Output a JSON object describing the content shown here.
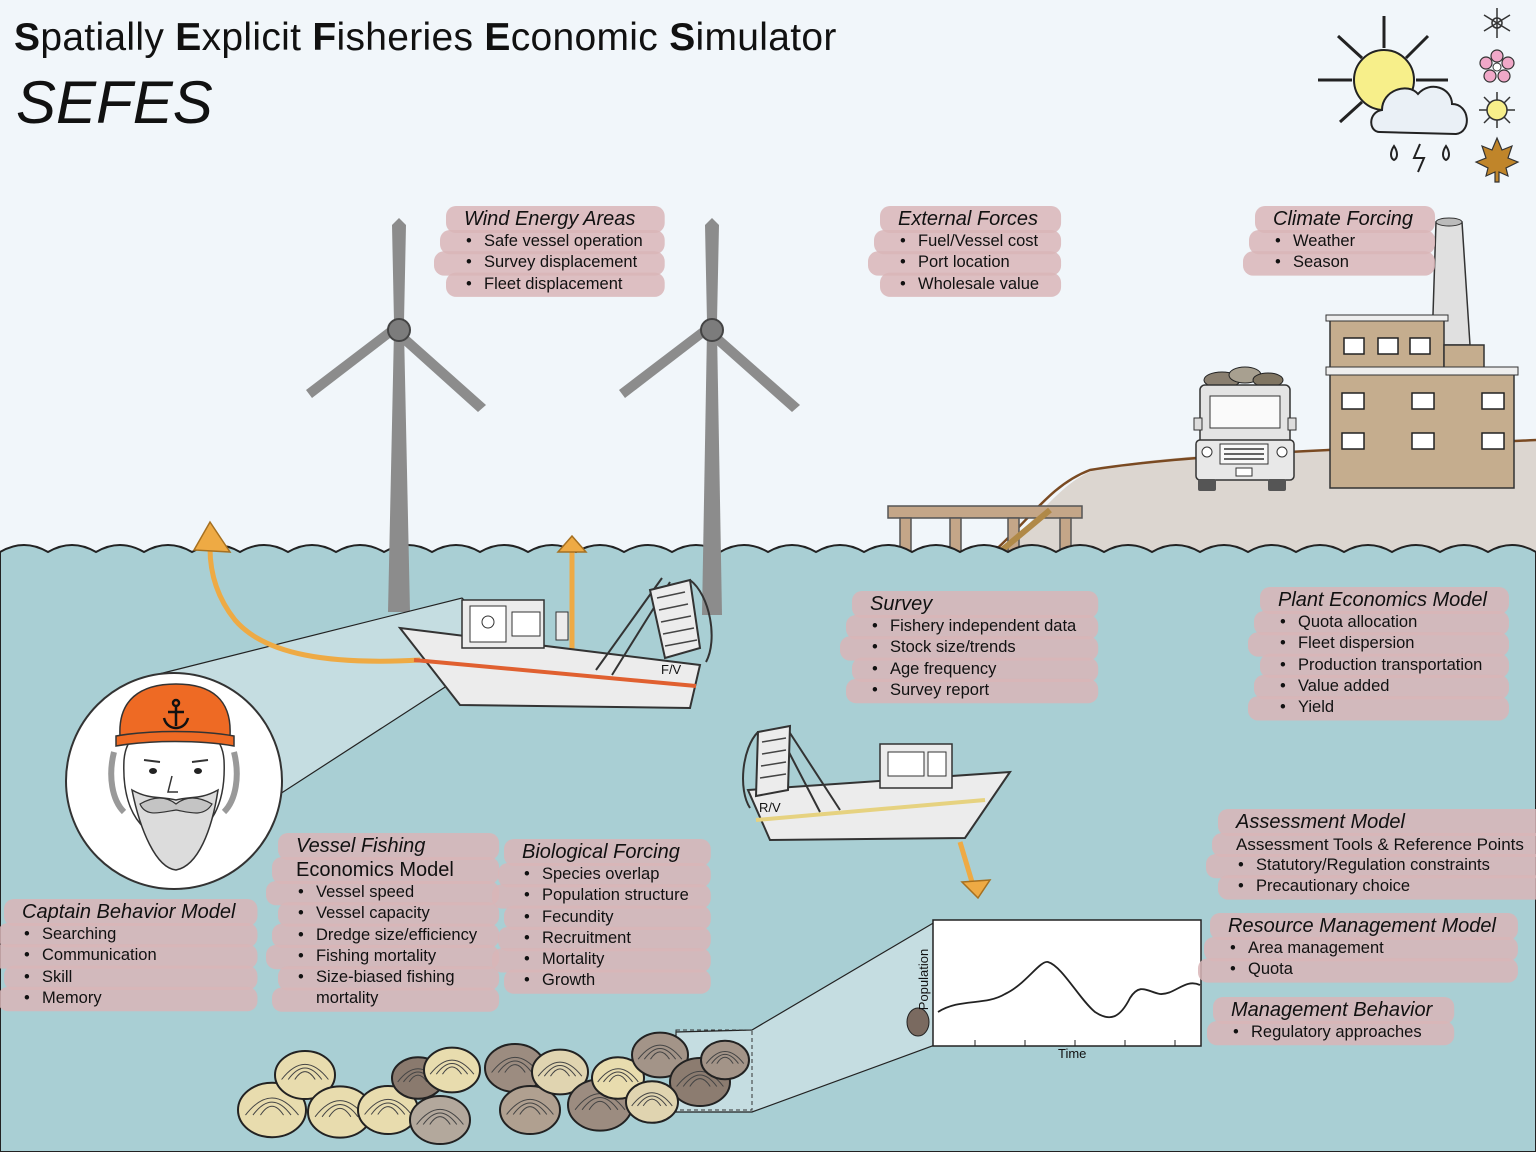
{
  "title": {
    "parts": [
      {
        "cap": "S",
        "rest": "patially "
      },
      {
        "cap": "E",
        "rest": "xplicit "
      },
      {
        "cap": "F",
        "rest": "isheries "
      },
      {
        "cap": "E",
        "rest": "conomic "
      },
      {
        "cap": "S",
        "rest": "imulator"
      }
    ],
    "acronym": "SEFES"
  },
  "boxes": {
    "wind": {
      "title": "Wind Energy Areas",
      "items": [
        "Safe vessel operation",
        "Survey displacement",
        "Fleet displacement"
      ]
    },
    "external": {
      "title": "External Forces",
      "items": [
        "Fuel/Vessel cost",
        "Port location",
        "Wholesale value"
      ]
    },
    "climate": {
      "title": "Climate Forcing",
      "items": [
        "Weather",
        "Season"
      ]
    },
    "survey": {
      "title": "Survey",
      "items": [
        "Fishery independent data",
        "Stock size/trends",
        "Age frequency",
        "Survey report"
      ]
    },
    "plant": {
      "title": "Plant Economics Model",
      "items": [
        "Quota allocation",
        "Fleet dispersion",
        "Production transportation",
        "Value added",
        "Yield"
      ]
    },
    "assessment": {
      "title": "Assessment Model",
      "subtitle": "Assessment Tools & Reference Points",
      "items": [
        "Statutory/Regulation constraints",
        "Precautionary choice"
      ]
    },
    "resource": {
      "title": "Resource Management Model",
      "items": [
        "Area management",
        "Quota"
      ]
    },
    "management": {
      "title": "Management Behavior",
      "items": [
        "Regulatory approaches"
      ]
    },
    "captain": {
      "title": "Captain Behavior Model",
      "items": [
        "Searching",
        "Communication",
        "Skill",
        "Memory"
      ]
    },
    "vessel": {
      "title": "Vessel Fishing",
      "subtitle": "Economics Model",
      "items": [
        "Vessel speed",
        "Vessel capacity",
        "Dredge size/efficiency",
        "Fishing mortality",
        "Size-biased fishing",
        "mortality"
      ]
    },
    "bio": {
      "title": "Biological Forcing",
      "items": [
        "Species overlap",
        "Population structure",
        "Fecundity",
        "Recruitment",
        "Mortality",
        "Growth"
      ]
    }
  },
  "vessels": {
    "fishing_label": "F/V",
    "research_label": "R/V"
  },
  "inset_chart": {
    "ylabel": "Population",
    "xlabel": "Time"
  },
  "colors": {
    "sea": "#a9cfd4",
    "sky": "#f1f6fa",
    "highlight": "#d9b5b7",
    "arrow": "#eeaa44",
    "land": "#dcd6d0",
    "building": "#c5ad8e"
  },
  "icons": [
    "sun-icon",
    "cloud-icon",
    "rain-icon",
    "snowflake-icon",
    "flower-icon",
    "summer-sun-icon",
    "maple-leaf-icon",
    "anchor-icon"
  ]
}
